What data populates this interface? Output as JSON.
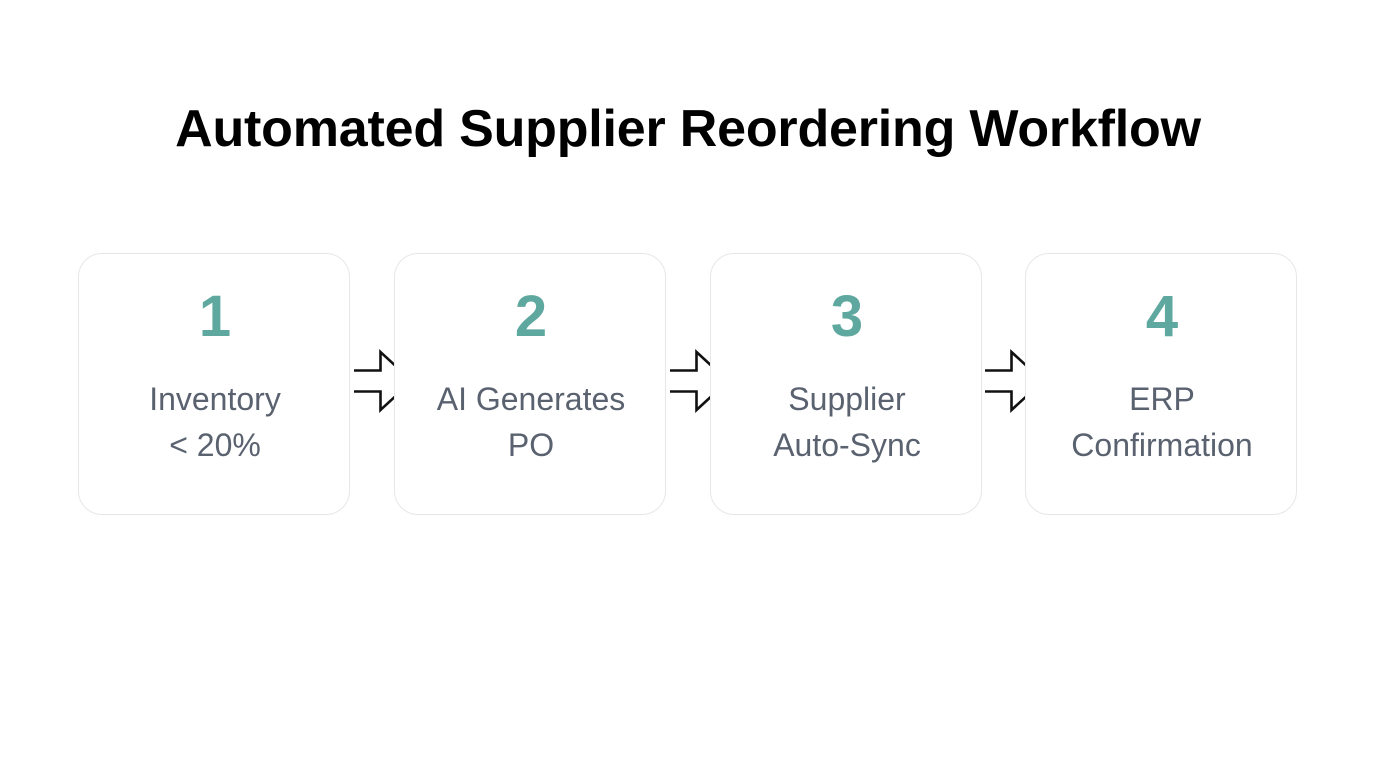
{
  "slide": {
    "title": "Automated Supplier Reordering Workflow",
    "background_color": "#ffffff",
    "title_color": "#000000",
    "accent_color": "#5fa8a0",
    "label_color": "#5a6270",
    "card_border_color": "#e6e7e8",
    "arrow_color": "#111111"
  },
  "flow": {
    "steps": [
      {
        "number": "1",
        "label_line1": "Inventory",
        "label_line2": "< 20%"
      },
      {
        "number": "2",
        "label_line1": "AI Generates",
        "label_line2": "PO"
      },
      {
        "number": "3",
        "label_line1": "Supplier",
        "label_line2": "Auto-Sync"
      },
      {
        "number": "4",
        "label_line1": "ERP",
        "label_line2": "Confirmation"
      }
    ],
    "connectors": [
      {
        "icon": "arrow-right-outline"
      },
      {
        "icon": "arrow-right-outline"
      },
      {
        "icon": "arrow-right-outline"
      }
    ]
  }
}
